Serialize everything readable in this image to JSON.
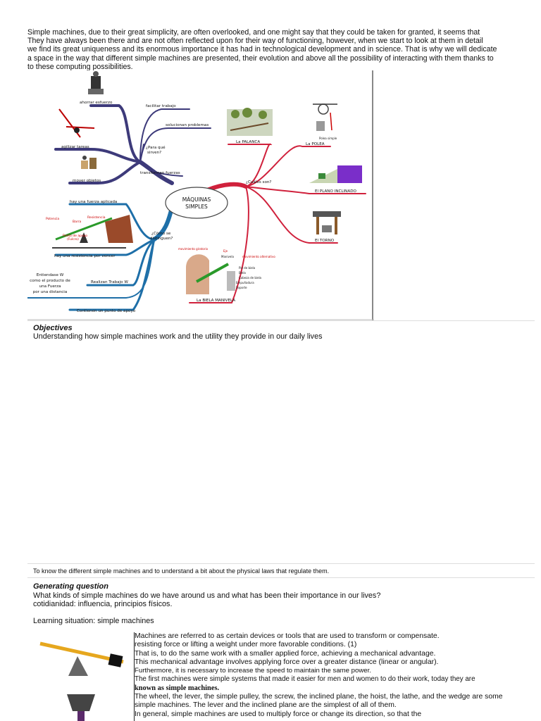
{
  "intro": [
    "Simple machines, due to their great simplicity, are often overlooked, and one might say that they could be taken for granted, it seems that",
    "They have always been there and are not often reflected upon for their way of functioning, however, when we start to look at them in detail",
    "we find its great uniqueness and its enormous importance it has had in technological development and in science. That is why we will dedicate",
    "a space in the way that different simple machines are presented, their evolution and above all the possibility of interacting with them thanks to",
    "to these computing possibilities."
  ],
  "mindmap": {
    "center": [
      "MÁQUINAS",
      "SIMPLES"
    ],
    "left_top": {
      "node": [
        "¿Para qué",
        "sirven?"
      ],
      "items": [
        "ahorrar esfuerzo",
        "agilizar tareas",
        "mover objetos"
      ],
      "branches": [
        "facilitar trabajo",
        "solucionan problemas",
        "transforman fuerzas"
      ]
    },
    "left_bottom": {
      "node": [
        "¿Cómo se",
        "distinguen?"
      ],
      "items": [
        "hay una fuerza aplicada",
        "hay una resistencia por vencer",
        "Realizan Trabajo W",
        "Contienen un punto de apoyo"
      ],
      "work_def": [
        "Entiendase W",
        "como el producto de",
        "una Fuerza",
        "por una distancia"
      ],
      "lever_labels": [
        "Potencia",
        "Resistencia",
        "Barra",
        "Punto de apoyo",
        "(Fulcro)"
      ]
    },
    "right": {
      "node": "¿Cuáles son?",
      "items": [
        "La PALANCA",
        "La POLEA",
        "El PLANO INCLINADO",
        "El TORNO",
        "La BIELA MANIVELA"
      ],
      "pulley_label": "Polea simple",
      "crank_labels": [
        "movimiento giratorio",
        "Eje",
        "Manivela",
        "movimiento alternativo",
        "Pie de biela",
        "Biela",
        "Cabeza de biela",
        "Empuñadura",
        "Soporte"
      ]
    }
  },
  "objectives": {
    "heading": "Objectives",
    "text": "Understanding how simple machines work and the utility they provide in our daily lives"
  },
  "goal": "To know the different simple machines and to understand a bit about the physical laws that regulate them.",
  "generating": {
    "heading": "Generating question",
    "question": "What kinds of simple machines do we have around us and what has been their importance in our lives?",
    "keywords": "cotidianidad: influencia, principios físicos."
  },
  "situation": "Learning situation: simple machines",
  "body": [
    " Machines are referred to as certain devices or tools that are used to transform or compensate.",
    "resisting force or lifting a weight under more favorable conditions. (1)",
    "That is, to do the same work with a smaller applied force, achieving a mechanical advantage.",
    "This mechanical advantage involves applying force over a greater distance (linear or angular).",
    "Furthermore, it is necessary to increase the speed to maintain the same power.",
    "The first machines were simple systems that made it easier for men and women to do their work, today they are",
    "known as simple machines.",
    "The wheel, the lever, the simple pulley, the screw, the inclined plane, the hoist, the lathe, and the wedge are some",
    "simple machines. The lever and the inclined plane are the simplest of all of them.",
    "In general, simple machines are used to multiply force or change its direction, so that the"
  ],
  "colors": {
    "branch_top": "#3d3a7a",
    "branch_bottom": "#1e6fa8",
    "branch_right": "#d0213c",
    "center_cloud": "#ffffff"
  }
}
